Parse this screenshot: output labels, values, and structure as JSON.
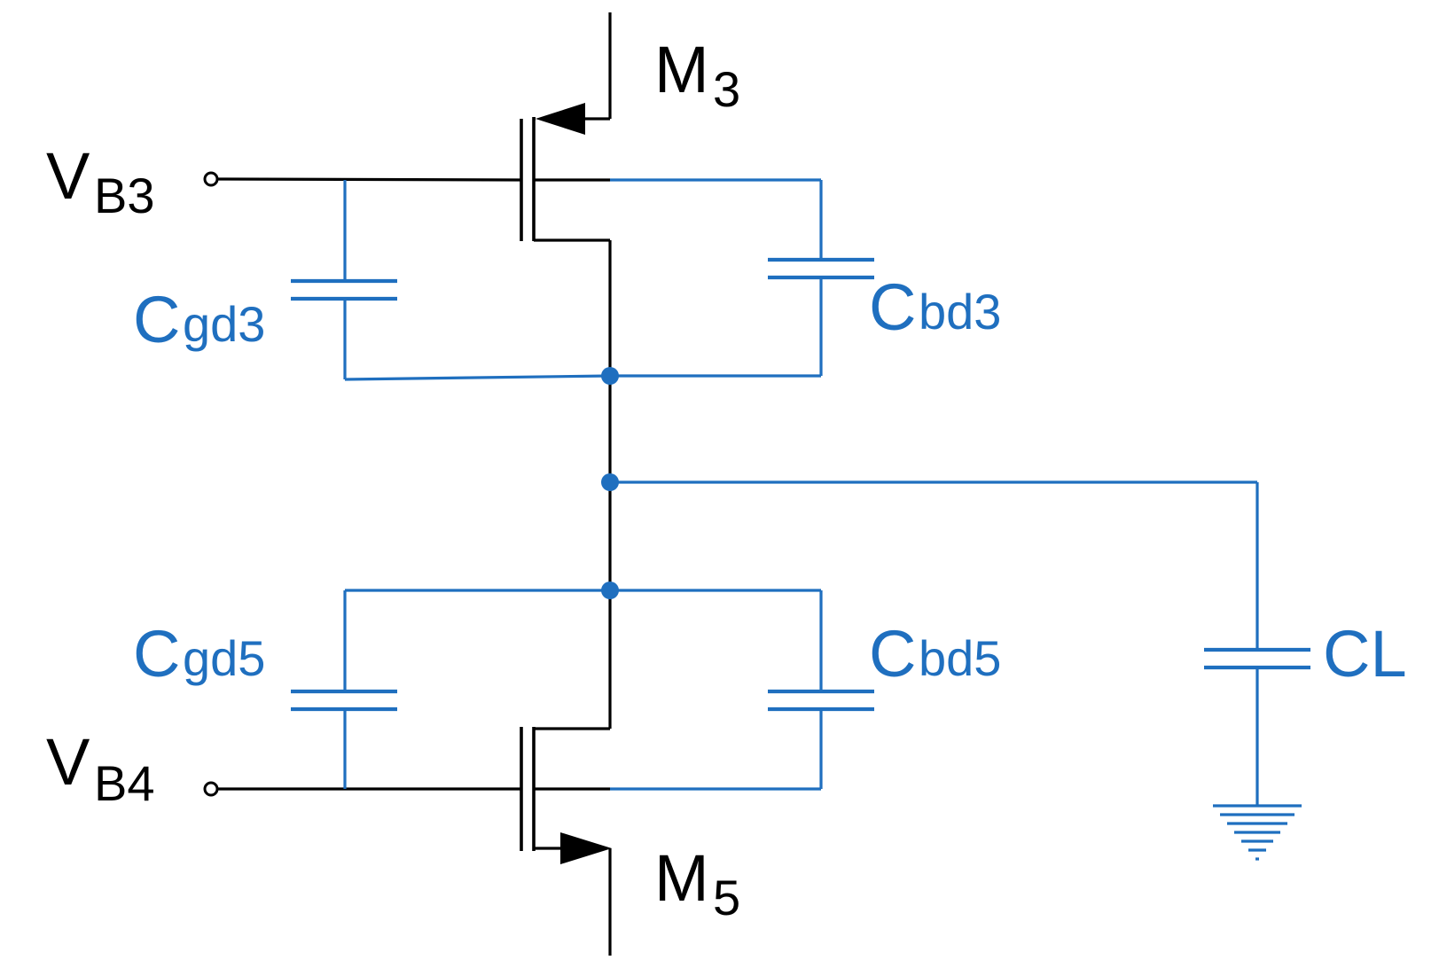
{
  "colors": {
    "wire": "#000000",
    "parasitic": "#1f6fbf"
  },
  "labels": {
    "vb3_main": "V",
    "vb3_sub": "B3",
    "vb4_main": "V",
    "vb4_sub": "B4",
    "m3_main": "M",
    "m3_sub": "3",
    "m5_main": "M",
    "m5_sub": "5",
    "cgd3_main": "C",
    "cgd3_sub": "gd3",
    "cbd3_main": "C",
    "cbd3_sub": "bd3",
    "cgd5_main": "C",
    "cgd5_sub": "gd5",
    "cbd5_main": "C",
    "cbd5_sub": "bd5",
    "cl": "CL"
  }
}
